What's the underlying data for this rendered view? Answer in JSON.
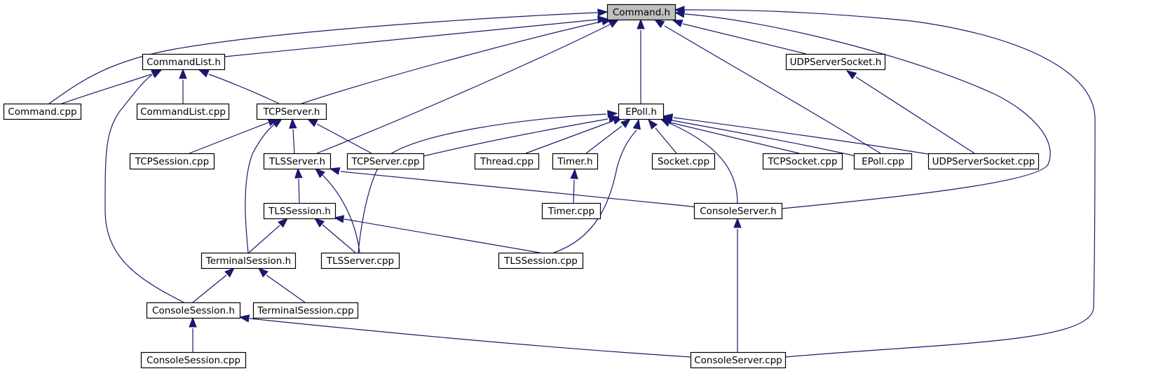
{
  "graph": {
    "edge_color": "#191970",
    "root_fill": "#bfbfbf",
    "nodes": [
      {
        "id": "command_h",
        "label": "Command.h",
        "root": true
      },
      {
        "id": "commandlist_h",
        "label": "CommandList.h"
      },
      {
        "id": "udpserversocket_h",
        "label": "UDPServerSocket.h"
      },
      {
        "id": "command_cpp",
        "label": "Command.cpp"
      },
      {
        "id": "commandlist_cpp",
        "label": "CommandList.cpp"
      },
      {
        "id": "tcpserver_h",
        "label": "TCPServer.h"
      },
      {
        "id": "epoll_h",
        "label": "EPoll.h"
      },
      {
        "id": "tcpsession_cpp",
        "label": "TCPSession.cpp"
      },
      {
        "id": "tlsserver_h",
        "label": "TLSServer.h"
      },
      {
        "id": "tcpserver_cpp",
        "label": "TCPServer.cpp"
      },
      {
        "id": "thread_cpp",
        "label": "Thread.cpp"
      },
      {
        "id": "timer_h",
        "label": "Timer.h"
      },
      {
        "id": "socket_cpp",
        "label": "Socket.cpp"
      },
      {
        "id": "tcpsocket_cpp",
        "label": "TCPSocket.cpp"
      },
      {
        "id": "epoll_cpp",
        "label": "EPoll.cpp"
      },
      {
        "id": "udpserversocket_cpp",
        "label": "UDPServerSocket.cpp"
      },
      {
        "id": "tlssession_h",
        "label": "TLSSession.h"
      },
      {
        "id": "timer_cpp",
        "label": "Timer.cpp"
      },
      {
        "id": "consoleserver_h",
        "label": "ConsoleServer.h"
      },
      {
        "id": "terminalsession_h",
        "label": "TerminalSession.h"
      },
      {
        "id": "tlsserver_cpp",
        "label": "TLSServer.cpp"
      },
      {
        "id": "tlssession_cpp",
        "label": "TLSSession.cpp"
      },
      {
        "id": "consolesession_h",
        "label": "ConsoleSession.h"
      },
      {
        "id": "terminalsession_cpp",
        "label": "TerminalSession.cpp"
      },
      {
        "id": "consolesession_cpp",
        "label": "ConsoleSession.cpp"
      },
      {
        "id": "consoleserver_cpp",
        "label": "ConsoleServer.cpp"
      }
    ],
    "edges": [
      {
        "from": "commandlist_h",
        "to": "command_h"
      },
      {
        "from": "command_cpp",
        "to": "command_h"
      },
      {
        "from": "tcpserver_h",
        "to": "command_h"
      },
      {
        "from": "tlsserver_h",
        "to": "command_h"
      },
      {
        "from": "epoll_h",
        "to": "command_h"
      },
      {
        "from": "epoll_cpp",
        "to": "command_h"
      },
      {
        "from": "udpserversocket_h",
        "to": "command_h"
      },
      {
        "from": "consoleserver_h",
        "to": "command_h"
      },
      {
        "from": "consoleserver_cpp",
        "to": "command_h"
      },
      {
        "from": "command_cpp",
        "to": "commandlist_h"
      },
      {
        "from": "commandlist_cpp",
        "to": "commandlist_h"
      },
      {
        "from": "tcpserver_h",
        "to": "commandlist_h"
      },
      {
        "from": "consolesession_h",
        "to": "commandlist_h"
      },
      {
        "from": "udpserversocket_cpp",
        "to": "udpserversocket_h"
      },
      {
        "from": "tcpsession_cpp",
        "to": "tcpserver_h"
      },
      {
        "from": "tlsserver_h",
        "to": "tcpserver_h"
      },
      {
        "from": "tcpserver_cpp",
        "to": "tcpserver_h"
      },
      {
        "from": "terminalsession_h",
        "to": "tcpserver_h"
      },
      {
        "from": "tcpserver_cpp",
        "to": "epoll_h"
      },
      {
        "from": "thread_cpp",
        "to": "epoll_h"
      },
      {
        "from": "timer_h",
        "to": "epoll_h"
      },
      {
        "from": "socket_cpp",
        "to": "epoll_h"
      },
      {
        "from": "tcpsocket_cpp",
        "to": "epoll_h"
      },
      {
        "from": "epoll_cpp",
        "to": "epoll_h"
      },
      {
        "from": "udpserversocket_cpp",
        "to": "epoll_h"
      },
      {
        "from": "consoleserver_h",
        "to": "epoll_h"
      },
      {
        "from": "tlsserver_cpp",
        "to": "epoll_h"
      },
      {
        "from": "tlssession_cpp",
        "to": "epoll_h"
      },
      {
        "from": "timer_cpp",
        "to": "timer_h"
      },
      {
        "from": "tlssession_h",
        "to": "tlsserver_h"
      },
      {
        "from": "tlsserver_cpp",
        "to": "tlsserver_h"
      },
      {
        "from": "consoleserver_h",
        "to": "tlsserver_h"
      },
      {
        "from": "terminalsession_h",
        "to": "tlssession_h"
      },
      {
        "from": "tlsserver_cpp",
        "to": "tlssession_h"
      },
      {
        "from": "tlssession_cpp",
        "to": "tlssession_h"
      },
      {
        "from": "consoleserver_cpp",
        "to": "consoleserver_h"
      },
      {
        "from": "consolesession_h",
        "to": "terminalsession_h"
      },
      {
        "from": "terminalsession_cpp",
        "to": "terminalsession_h"
      },
      {
        "from": "consolesession_cpp",
        "to": "consolesession_h"
      },
      {
        "from": "consoleserver_cpp",
        "to": "consolesession_h"
      }
    ]
  }
}
